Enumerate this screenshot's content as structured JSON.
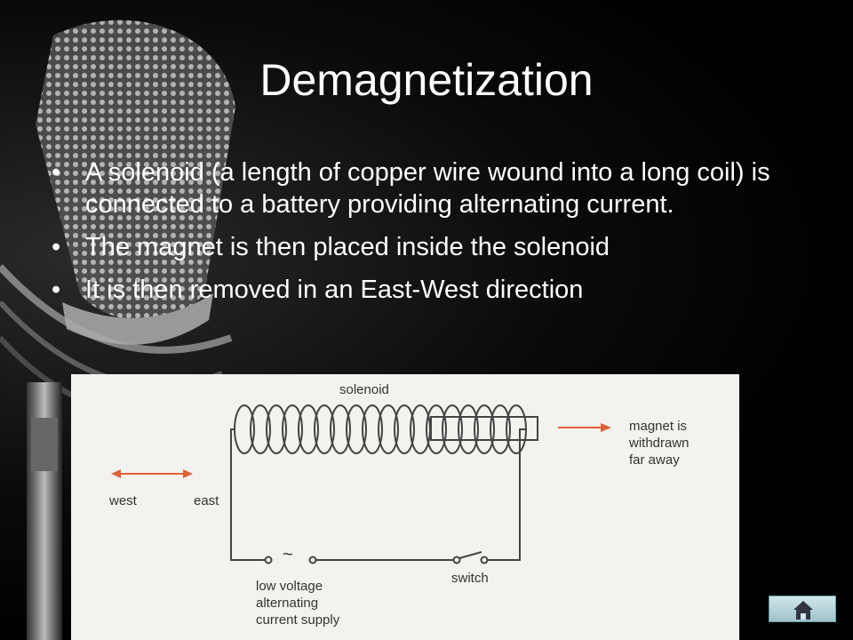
{
  "slide": {
    "title": "Demagnetization",
    "bullets": [
      "A solenoid (a length of copper wire wound into a long coil) is connected to a battery  providing alternating  current.",
      "The magnet is then placed inside the solenoid",
      "It is then removed in an East-West direction"
    ]
  },
  "diagram": {
    "solenoid_label": "solenoid",
    "magnet_label_1": "magnet is",
    "magnet_label_2": "withdrawn",
    "magnet_label_3": "far away",
    "west_label": "west",
    "east_label": "east",
    "supply_label_1": "low voltage",
    "supply_label_2": "alternating",
    "supply_label_3": "current supply",
    "switch_label": "switch",
    "ac_symbol": "~"
  },
  "navigation": {
    "home_icon": "home-icon"
  },
  "colors": {
    "background": "#000000",
    "text": "#ffffff",
    "arrow": "#e0603a",
    "diagram_bg": "#f4f2ee"
  }
}
